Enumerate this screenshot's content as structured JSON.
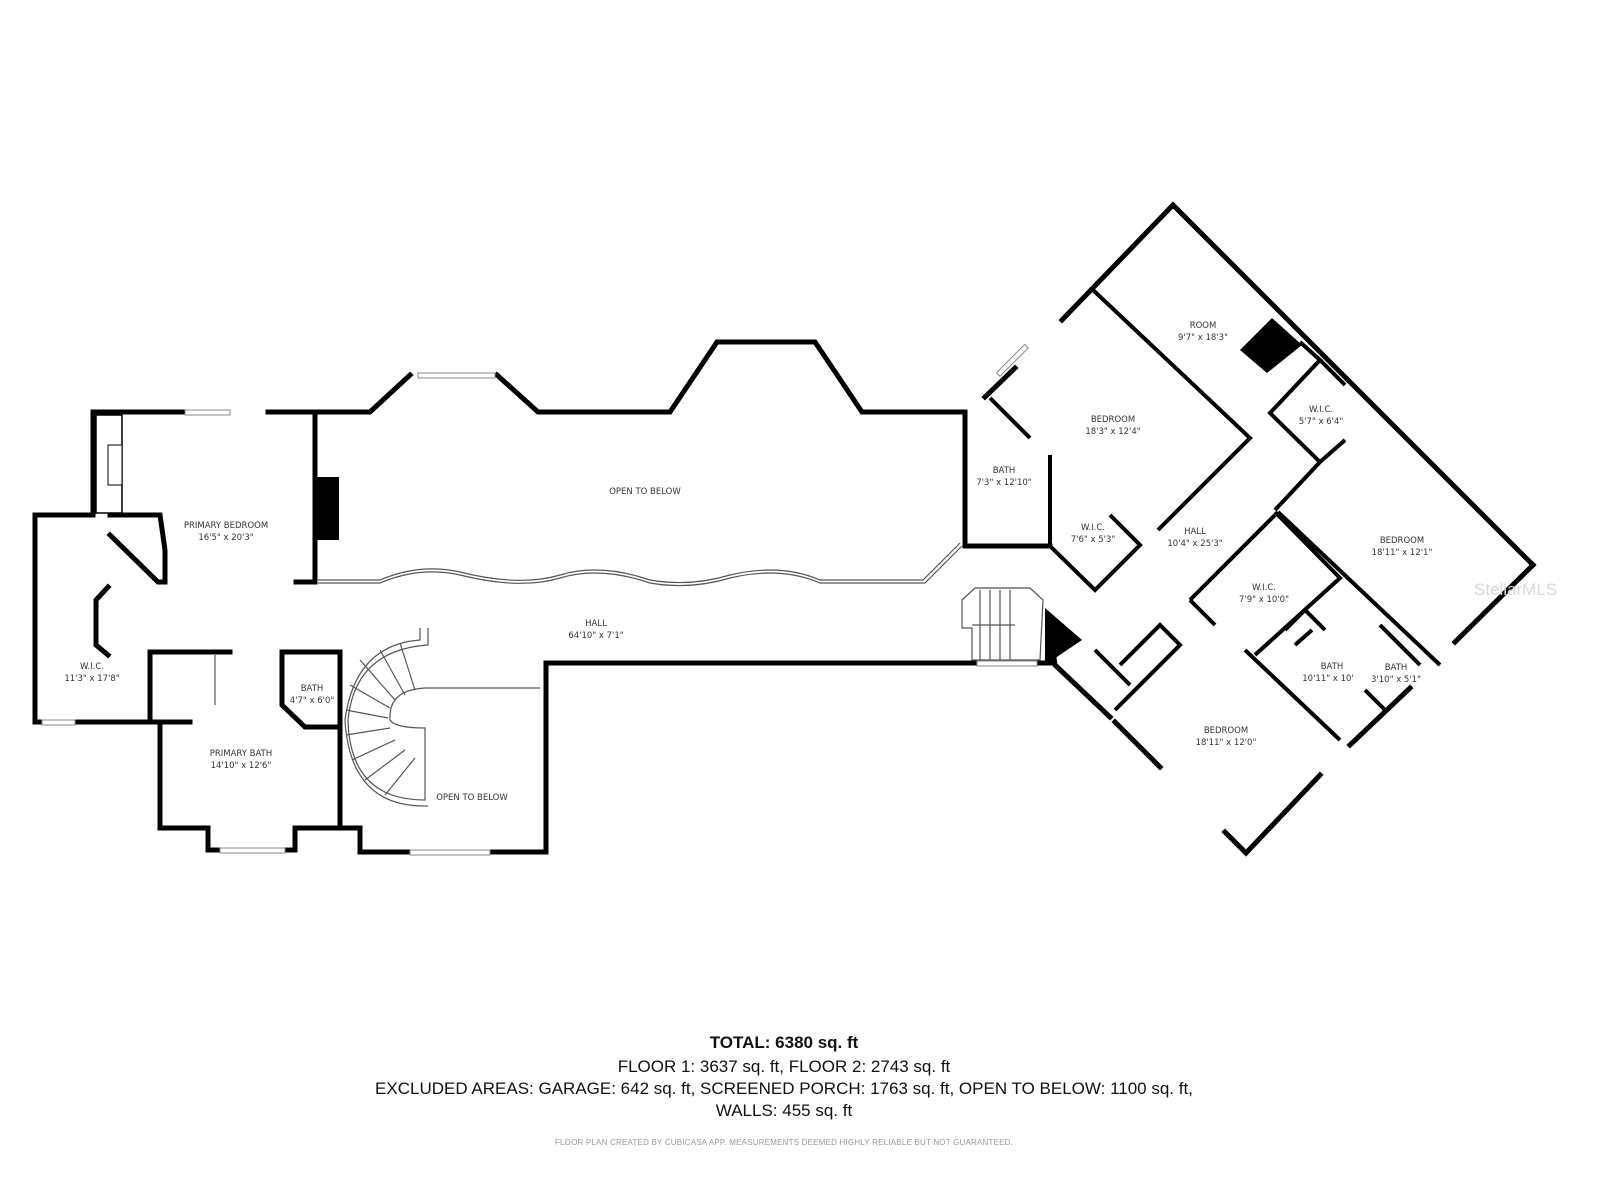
{
  "rooms": [
    {
      "name": "PRIMARY BEDROOM",
      "size": "16'5\" x 20'3\""
    },
    {
      "name": "W.I.C.",
      "size": "11'3\" x 17'8\""
    },
    {
      "name": "PRIMARY BATH",
      "size": "14'10\" x 12'6\""
    },
    {
      "name": "BATH",
      "size": "4'7\" x 6'0\""
    },
    {
      "name": "OPEN TO BELOW",
      "size": ""
    },
    {
      "name": "HALL",
      "size": "64'10\" x 7'1\""
    },
    {
      "name": "OPEN TO BELOW",
      "size": ""
    },
    {
      "name": "BATH",
      "size": "7'3\" x 12'10\""
    },
    {
      "name": "BEDROOM",
      "size": "18'3\" x 12'4\""
    },
    {
      "name": "W.I.C.",
      "size": "7'6\" x 5'3\""
    },
    {
      "name": "ROOM",
      "size": "9'7\" x 18'3\""
    },
    {
      "name": "W.I.C.",
      "size": "5'7\" x 6'4\""
    },
    {
      "name": "HALL",
      "size": "10'4\" x 25'3\""
    },
    {
      "name": "BEDROOM",
      "size": "18'11\" x 12'1\""
    },
    {
      "name": "W.I.C.",
      "size": "7'9\" x 10'0\""
    },
    {
      "name": "BATH",
      "size": "10'11\" x 10'"
    },
    {
      "name": "BATH",
      "size": "3'10\" x 5'1\""
    },
    {
      "name": "BEDROOM",
      "size": "18'11\" x 12'0\""
    }
  ],
  "summary": {
    "total": "TOTAL: 6380 sq. ft",
    "floors": "FLOOR 1: 3637 sq. ft, FLOOR 2: 2743 sq. ft",
    "excluded": "EXCLUDED AREAS: GARAGE: 642 sq. ft, SCREENED PORCH: 1763 sq. ft, OPEN TO BELOW: 1100 sq. ft,",
    "walls": "WALLS: 455 sq. ft"
  },
  "disclaimer": "FLOOR PLAN CREATED BY CUBICASA APP. MEASUREMENTS DEEMED HIGHLY RELIABLE BUT NOT GUARANTEED.",
  "watermark": "StellarMLS",
  "colors": {
    "wall": "#000000",
    "background": "#ffffff"
  }
}
